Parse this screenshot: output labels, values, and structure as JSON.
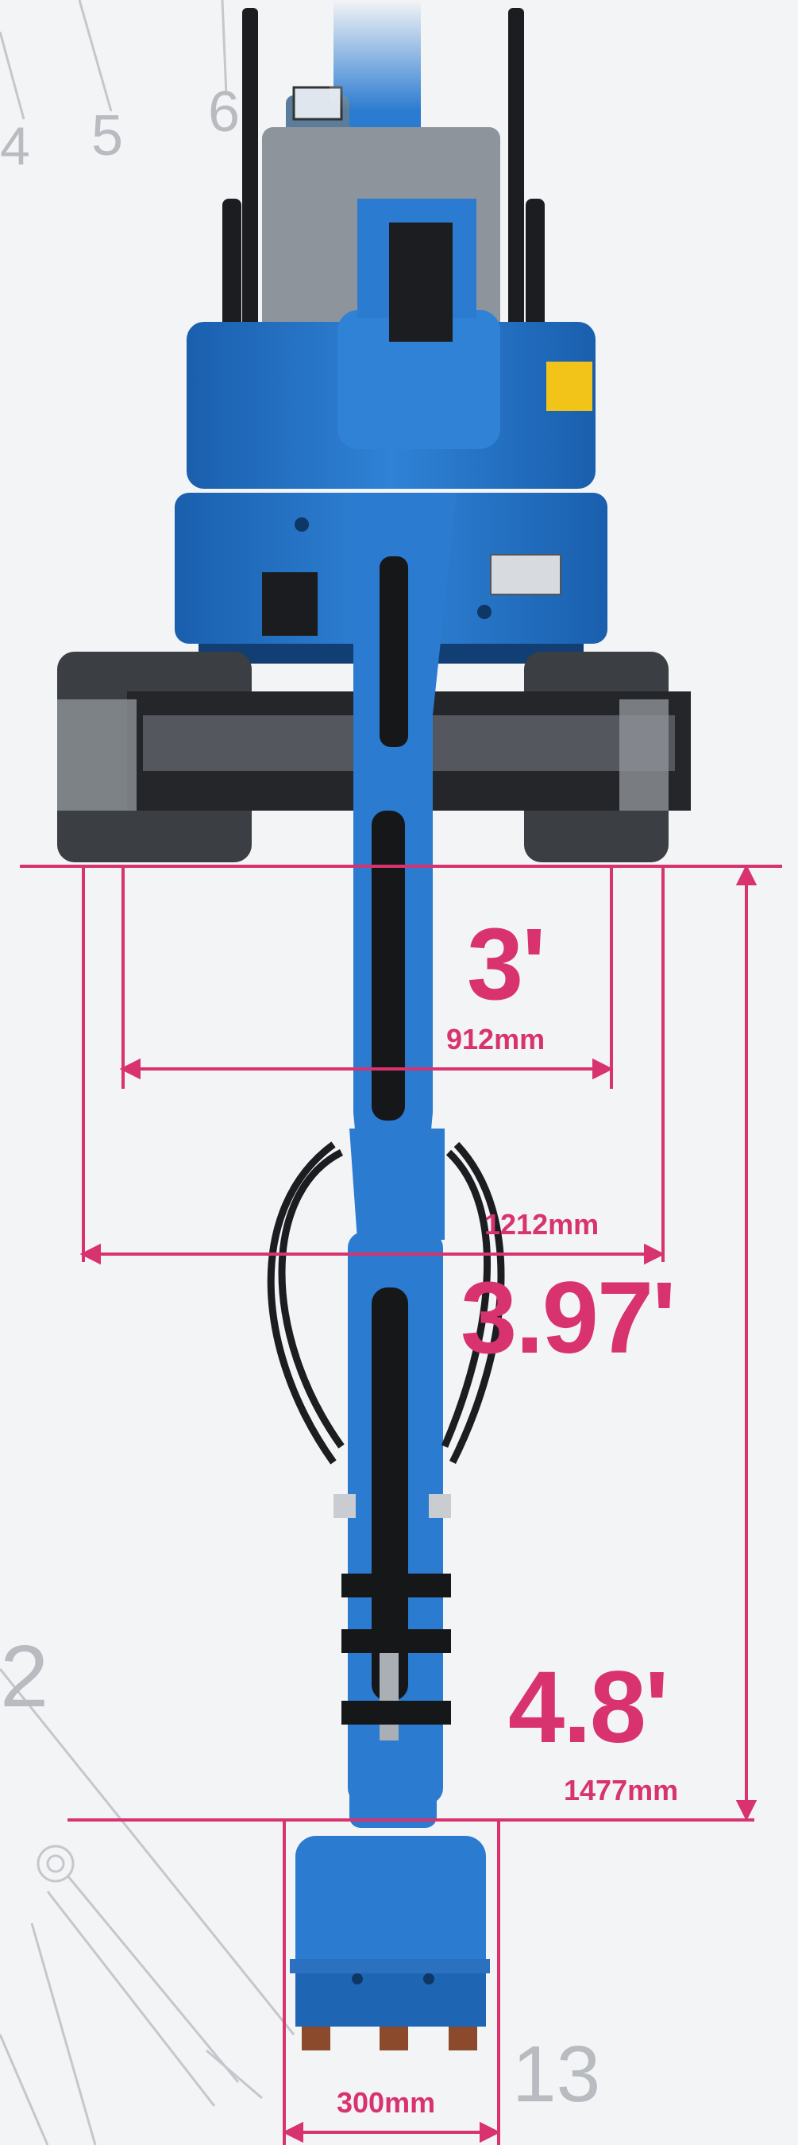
{
  "dimensions": {
    "track_inner_ft": "3'",
    "track_inner_mm": "912mm",
    "track_outer_mm": "1212mm",
    "track_outer_ft": "3.97'",
    "height_ft": "4.8'",
    "height_mm": "1477mm",
    "bucket_width_mm": "300mm"
  },
  "part_numbers": {
    "n4": "4",
    "n5": "5",
    "n6": "6",
    "n2": "2",
    "n13": "13"
  },
  "colors": {
    "dimension_line": "#d8336f",
    "machine_blue": "#1f6fc4",
    "track_gray": "#3b3e42",
    "diagram_line": "#b8bcc0"
  }
}
